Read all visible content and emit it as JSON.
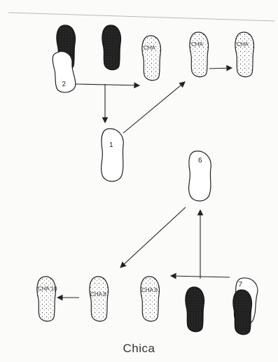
{
  "caption": "Chica",
  "colors": {
    "ink": "#222222",
    "dark_foot": "#2b2b2b",
    "light_foot": "#ffffff"
  },
  "icons": [
    "foot-dark-icon",
    "foot-outline-icon",
    "foot-labeled-icon",
    "arrow-icon"
  ],
  "labels": {
    "outline_2": "2",
    "outline_1": "1",
    "outline_6": "6",
    "outline_7": "7",
    "cha_top_a": "CHA",
    "cha_top_b": "CHA",
    "cha_top_c": "CHA",
    "cha_bottom_10": "CHA 10",
    "cha_bottom_8": "CHA 8",
    "cha_bottom_9": "CHA 9"
  }
}
